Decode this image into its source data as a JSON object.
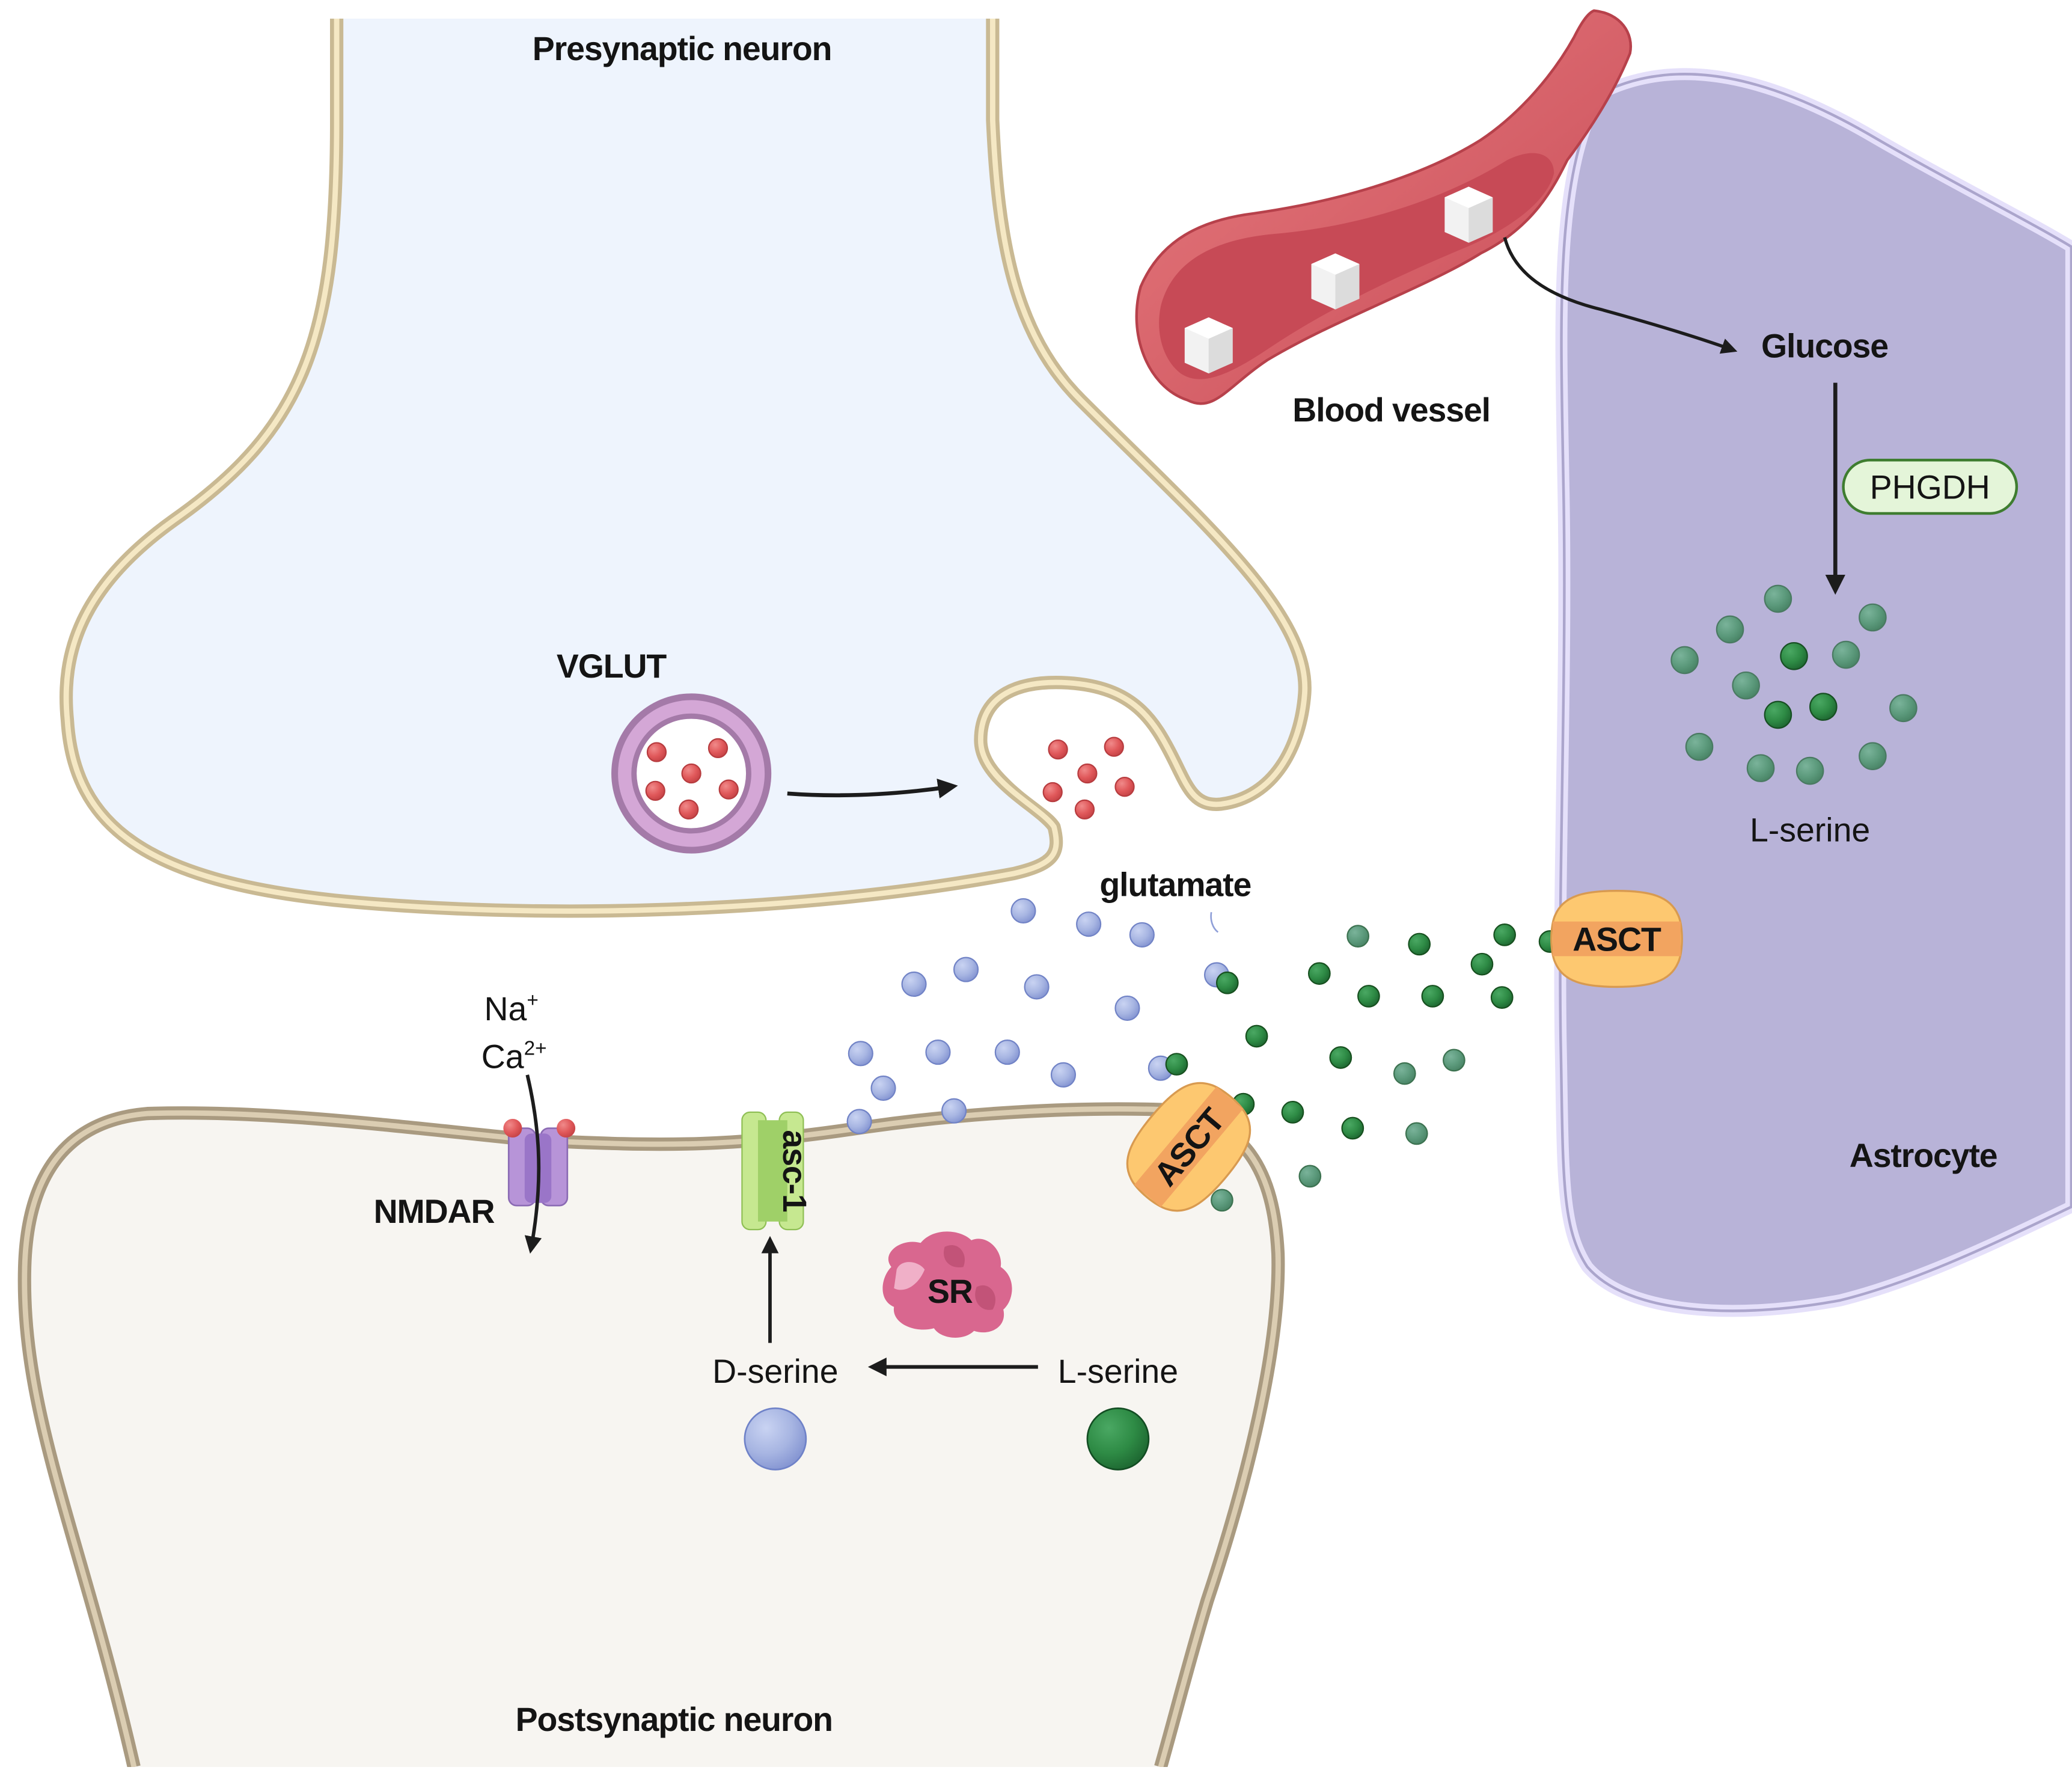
{
  "diagram": {
    "title": "D-serine synthesis and transport at the tripartite synapse",
    "compartments": {
      "presynaptic": "Presynaptic neuron",
      "postsynaptic": "Postsynaptic neuron",
      "astrocyte": "Astrocyte",
      "blood_vessel": "Blood vessel"
    },
    "labels": {
      "vglut": "VGLUT",
      "glutamate": "glutamate",
      "glucose": "Glucose",
      "phgdh": "PHGDH",
      "l_serine_astro": "L-serine",
      "asct_astro": "ASCT",
      "asct_post": "ASCT",
      "na": "Na",
      "na_sup": "+",
      "ca": "Ca",
      "ca_sup": "2+",
      "nmdar": "NMDAR",
      "asc1": "asc-1",
      "sr": "SR",
      "d_serine": "D-serine",
      "l_serine_post": "L-serine"
    },
    "colors": {
      "presynaptic_fill": "#eef4fd",
      "postsynaptic_fill": "#f7f5f1",
      "membrane_outer": "#c9b993",
      "membrane_inner": "#f5e8c4",
      "astrocyte_fill": "#b8b3d8",
      "astrocyte_membrane": "#e5e0fa",
      "vessel": "#d2575f",
      "glutamate_red": "#e0585a",
      "d_serine_blue": "#a7b5e2",
      "l_serine_green": "#2e8b45",
      "asct_orange": "#fdc870",
      "asc1_green": "#b8e082",
      "nmdar_purple": "#b794d8",
      "sr_pink": "#d9678f",
      "phgdh_fill": "#e4f5d9"
    },
    "arrows": [
      {
        "from": "VGLUT vesicle",
        "to": "exocytosis"
      },
      {
        "from": "Blood vessel",
        "to": "Glucose"
      },
      {
        "from": "Glucose",
        "to": "L-serine",
        "enzyme": "PHGDH"
      },
      {
        "from": "L-serine",
        "to": "D-serine",
        "enzyme": "SR"
      },
      {
        "from": "D-serine",
        "to": "asc-1"
      },
      {
        "from": "Na+/Ca2+",
        "to": "postsynaptic via NMDAR"
      }
    ]
  }
}
